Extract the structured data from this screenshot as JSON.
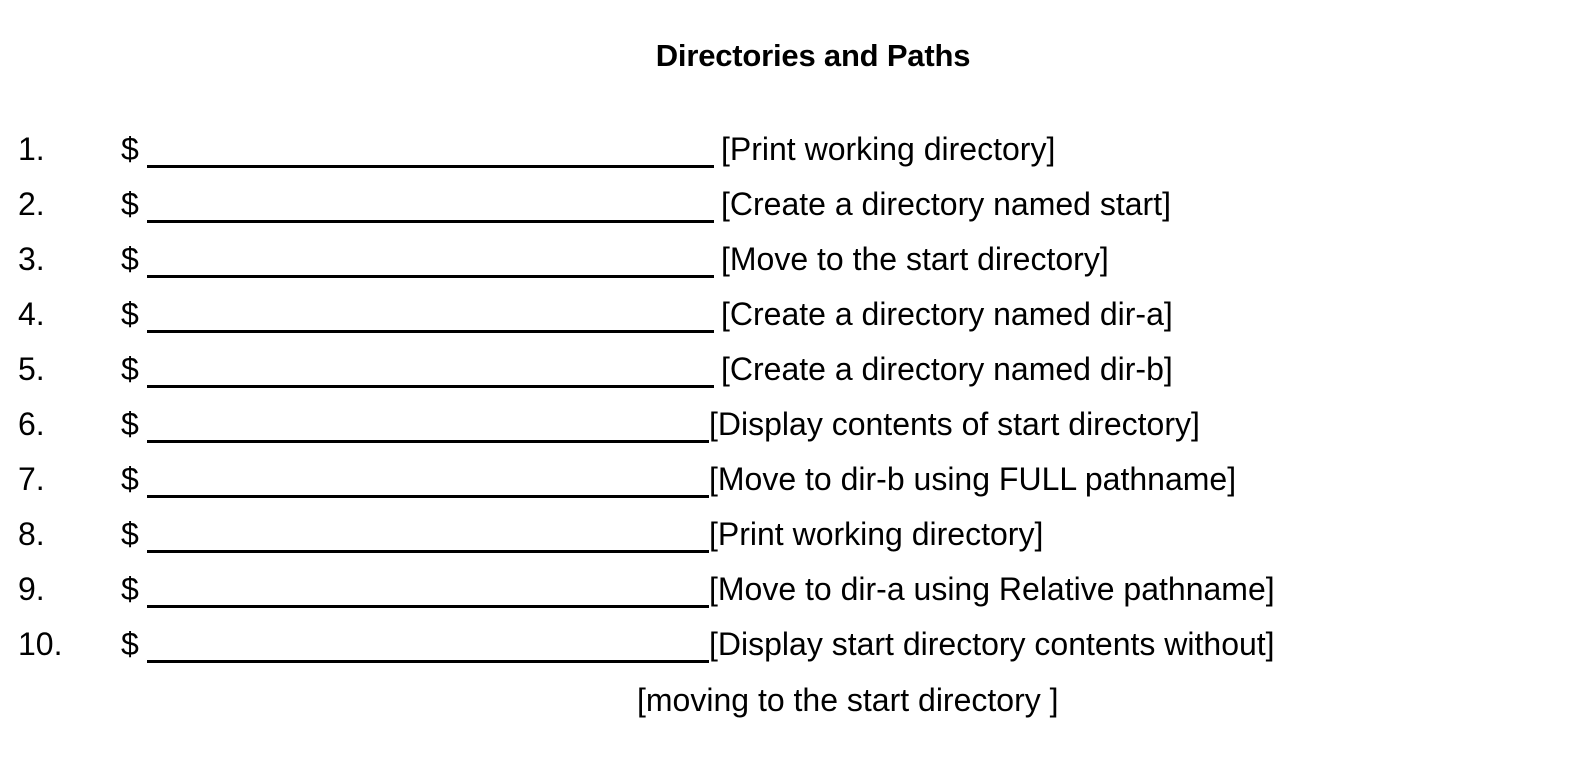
{
  "document": {
    "title": "Directories and Paths",
    "prompt_symbol": "$",
    "continuation_line": "[moving to the start directory ]",
    "text_color": "#000000",
    "background_color": "#ffffff",
    "rule_color": "#000000"
  },
  "tasks": [
    {
      "number": "1.",
      "prompt": "$",
      "answer": "",
      "note": "[Print working directory]",
      "spacing": "gap"
    },
    {
      "number": "2.",
      "prompt": "$",
      "answer": "",
      "note": "[Create a directory named start]",
      "spacing": "gap"
    },
    {
      "number": "3.",
      "prompt": "$",
      "answer": "",
      "note": "[Move to the start directory]",
      "spacing": "gap"
    },
    {
      "number": "4.",
      "prompt": "$",
      "answer": "",
      "note": "[Create a directory named dir-a]",
      "spacing": "gap"
    },
    {
      "number": "5.",
      "prompt": "$",
      "answer": "",
      "note": "[Create a directory named dir-b]",
      "spacing": "gap"
    },
    {
      "number": "6.",
      "prompt": "$",
      "answer": "",
      "note": "[Display contents of start directory]",
      "spacing": "tight"
    },
    {
      "number": "7.",
      "prompt": "$",
      "answer": "",
      "note": "[Move to dir-b using FULL pathname]",
      "spacing": "tight"
    },
    {
      "number": "8.",
      "prompt": "$",
      "answer": "",
      "note": "[Print working directory]",
      "spacing": "tight"
    },
    {
      "number": "9.",
      "prompt": "$",
      "answer": "",
      "note": "[Move to dir-a using Relative pathname]",
      "spacing": "tight"
    },
    {
      "number": "10.",
      "prompt": "$",
      "answer": "",
      "note": "[Display start directory contents without]",
      "spacing": "tight"
    }
  ]
}
